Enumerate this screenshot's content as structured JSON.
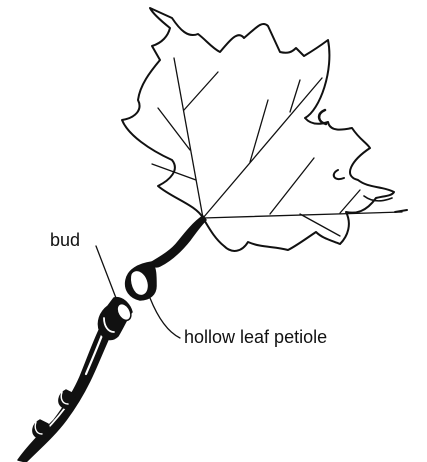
{
  "labels": {
    "bud": "bud",
    "petiole": "hollow leaf petiole"
  },
  "icons": [
    "leaf-illustration",
    "twig-illustration",
    "bud-illustration",
    "petiole-base-illustration"
  ],
  "colors": {
    "ink": "#111111",
    "background": "#ffffff"
  }
}
